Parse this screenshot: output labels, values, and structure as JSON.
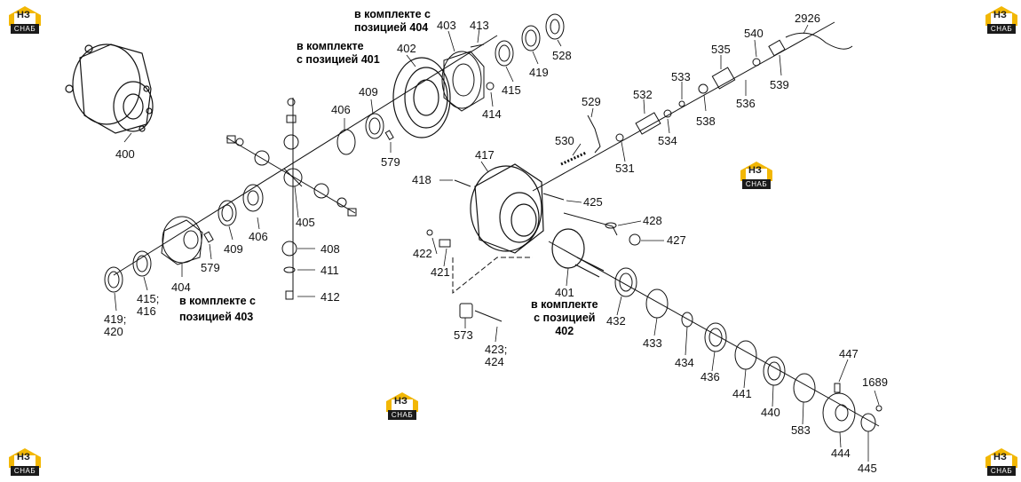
{
  "labels": {
    "p400": "400",
    "p401": "401",
    "p402": "402",
    "p403": "403",
    "p404": "404",
    "p405": "405",
    "p406a": "406",
    "p406b": "406",
    "p408": "408",
    "p409a": "409",
    "p409b": "409",
    "p411": "411",
    "p412": "412",
    "p413": "413",
    "p414": "414",
    "p415": "415",
    "p415_416": "415;\n416",
    "p417": "417",
    "p418": "418",
    "p419": "419",
    "p419_420": "419;\n420",
    "p421": "421",
    "p422": "422",
    "p423_424": "423;\n424",
    "p425": "425",
    "p427": "427",
    "p428": "428",
    "p432": "432",
    "p433": "433",
    "p434": "434",
    "p436": "436",
    "p440": "440",
    "p441": "441",
    "p444": "444",
    "p445": "445",
    "p447": "447",
    "p528": "528",
    "p529": "529",
    "p530": "530",
    "p531": "531",
    "p532": "532",
    "p533": "533",
    "p534": "534",
    "p535": "535",
    "p536": "536",
    "p538": "538",
    "p539": "539",
    "p540": "540",
    "p573": "573",
    "p579a": "579",
    "p579b": "579",
    "p583": "583",
    "p1689": "1689",
    "p2926": "2926"
  },
  "notes": {
    "with404": "в комплекте с\nпозицией 404",
    "with401": "в комплекте\nс позицией 401",
    "with403": "в комплекте с\nпозицией 403",
    "with402": "в комплекте\nс позицией\n402"
  },
  "logo": {
    "brand": "НЗ",
    "sub": "СНАБ",
    "accent": "#f2b705",
    "dark": "#1a1a1a"
  }
}
